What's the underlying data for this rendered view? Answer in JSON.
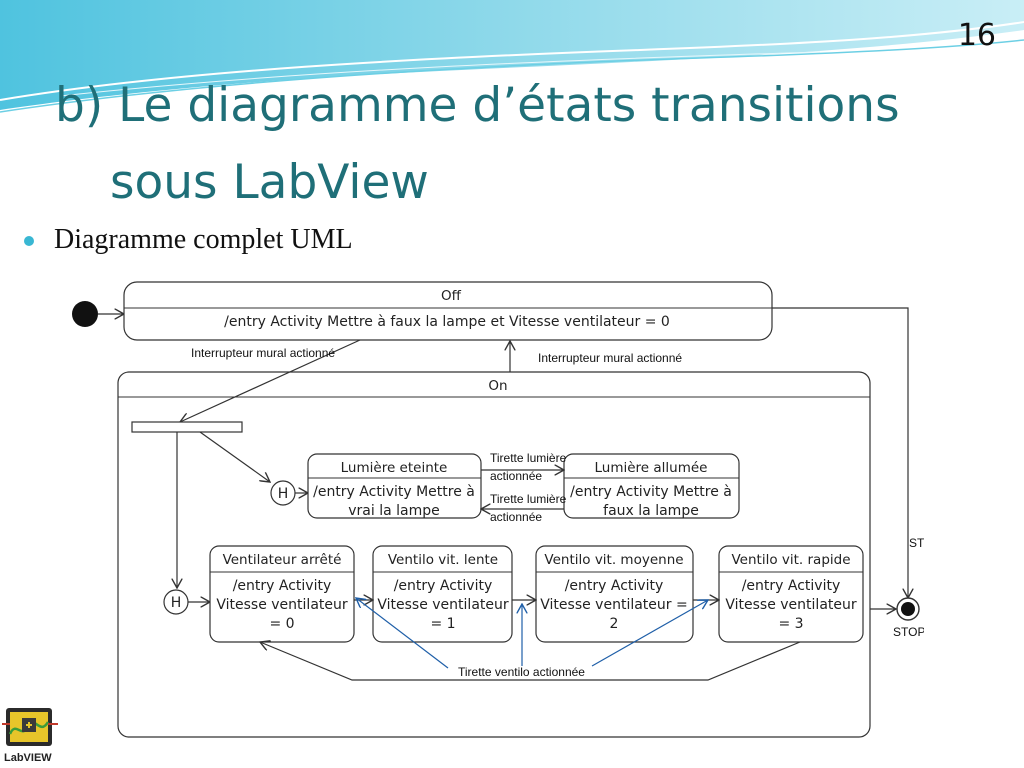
{
  "slide": {
    "number": "16",
    "title_line1": "b) Le diagramme d’états transitions",
    "title_line2": "sous LabView",
    "bullet": "Diagramme complet UML"
  },
  "colors": {
    "title": "#1f6f78",
    "bullet": "#39b7d3",
    "line": "#333333",
    "blue_arrow": "#1f5fa8"
  },
  "diagram": {
    "states": {
      "off": {
        "name": "Off",
        "entry": "/entry Activity Mettre à faux la lampe et Vitesse ventilateur = 0"
      },
      "on": {
        "name": "On"
      },
      "lumiere_eteinte": {
        "name": "Lumière eteinte",
        "entry_line1": "/entry Activity Mettre à",
        "entry_line2": "vrai la lampe"
      },
      "lumiere_allumee": {
        "name": "Lumière allumée",
        "entry_line1": "/entry Activity Mettre à",
        "entry_line2": "faux la lampe"
      },
      "ventilateur_arrete": {
        "name": "Ventilateur arrêté",
        "entry_line1": "/entry Activity",
        "entry_line2": "Vitesse ventilateur",
        "entry_line3": "= 0"
      },
      "ventilo_lente": {
        "name": "Ventilo vit. lente",
        "entry_line1": "/entry Activity",
        "entry_line2": "Vitesse ventilateur",
        "entry_line3": "= 1"
      },
      "ventilo_moyenne": {
        "name": "Ventilo vit. moyenne",
        "entry_line1": "/entry Activity",
        "entry_line2": "Vitesse ventilateur =",
        "entry_line3": "2"
      },
      "ventilo_rapide": {
        "name": "Ventilo vit. rapide",
        "entry_line1": "/entry Activity",
        "entry_line2": "Vitesse ventilateur",
        "entry_line3": "= 3"
      }
    },
    "history_label": "H",
    "transitions": {
      "off_to_on": "Interrupteur mural actionné",
      "on_to_off": "Interrupteur mural actionné",
      "eteinte_to_allumee_1": "Tirette lumière",
      "eteinte_to_allumee_2": "actionnée",
      "allumee_to_eteinte_1": "Tirette lumière",
      "allumee_to_eteinte_2": "actionnée",
      "stop_upper": "STOP",
      "stop_lower": "STOP",
      "ventilo": "Tirette ventilo actionnée"
    }
  },
  "logo": {
    "text": "LabVIEW"
  }
}
